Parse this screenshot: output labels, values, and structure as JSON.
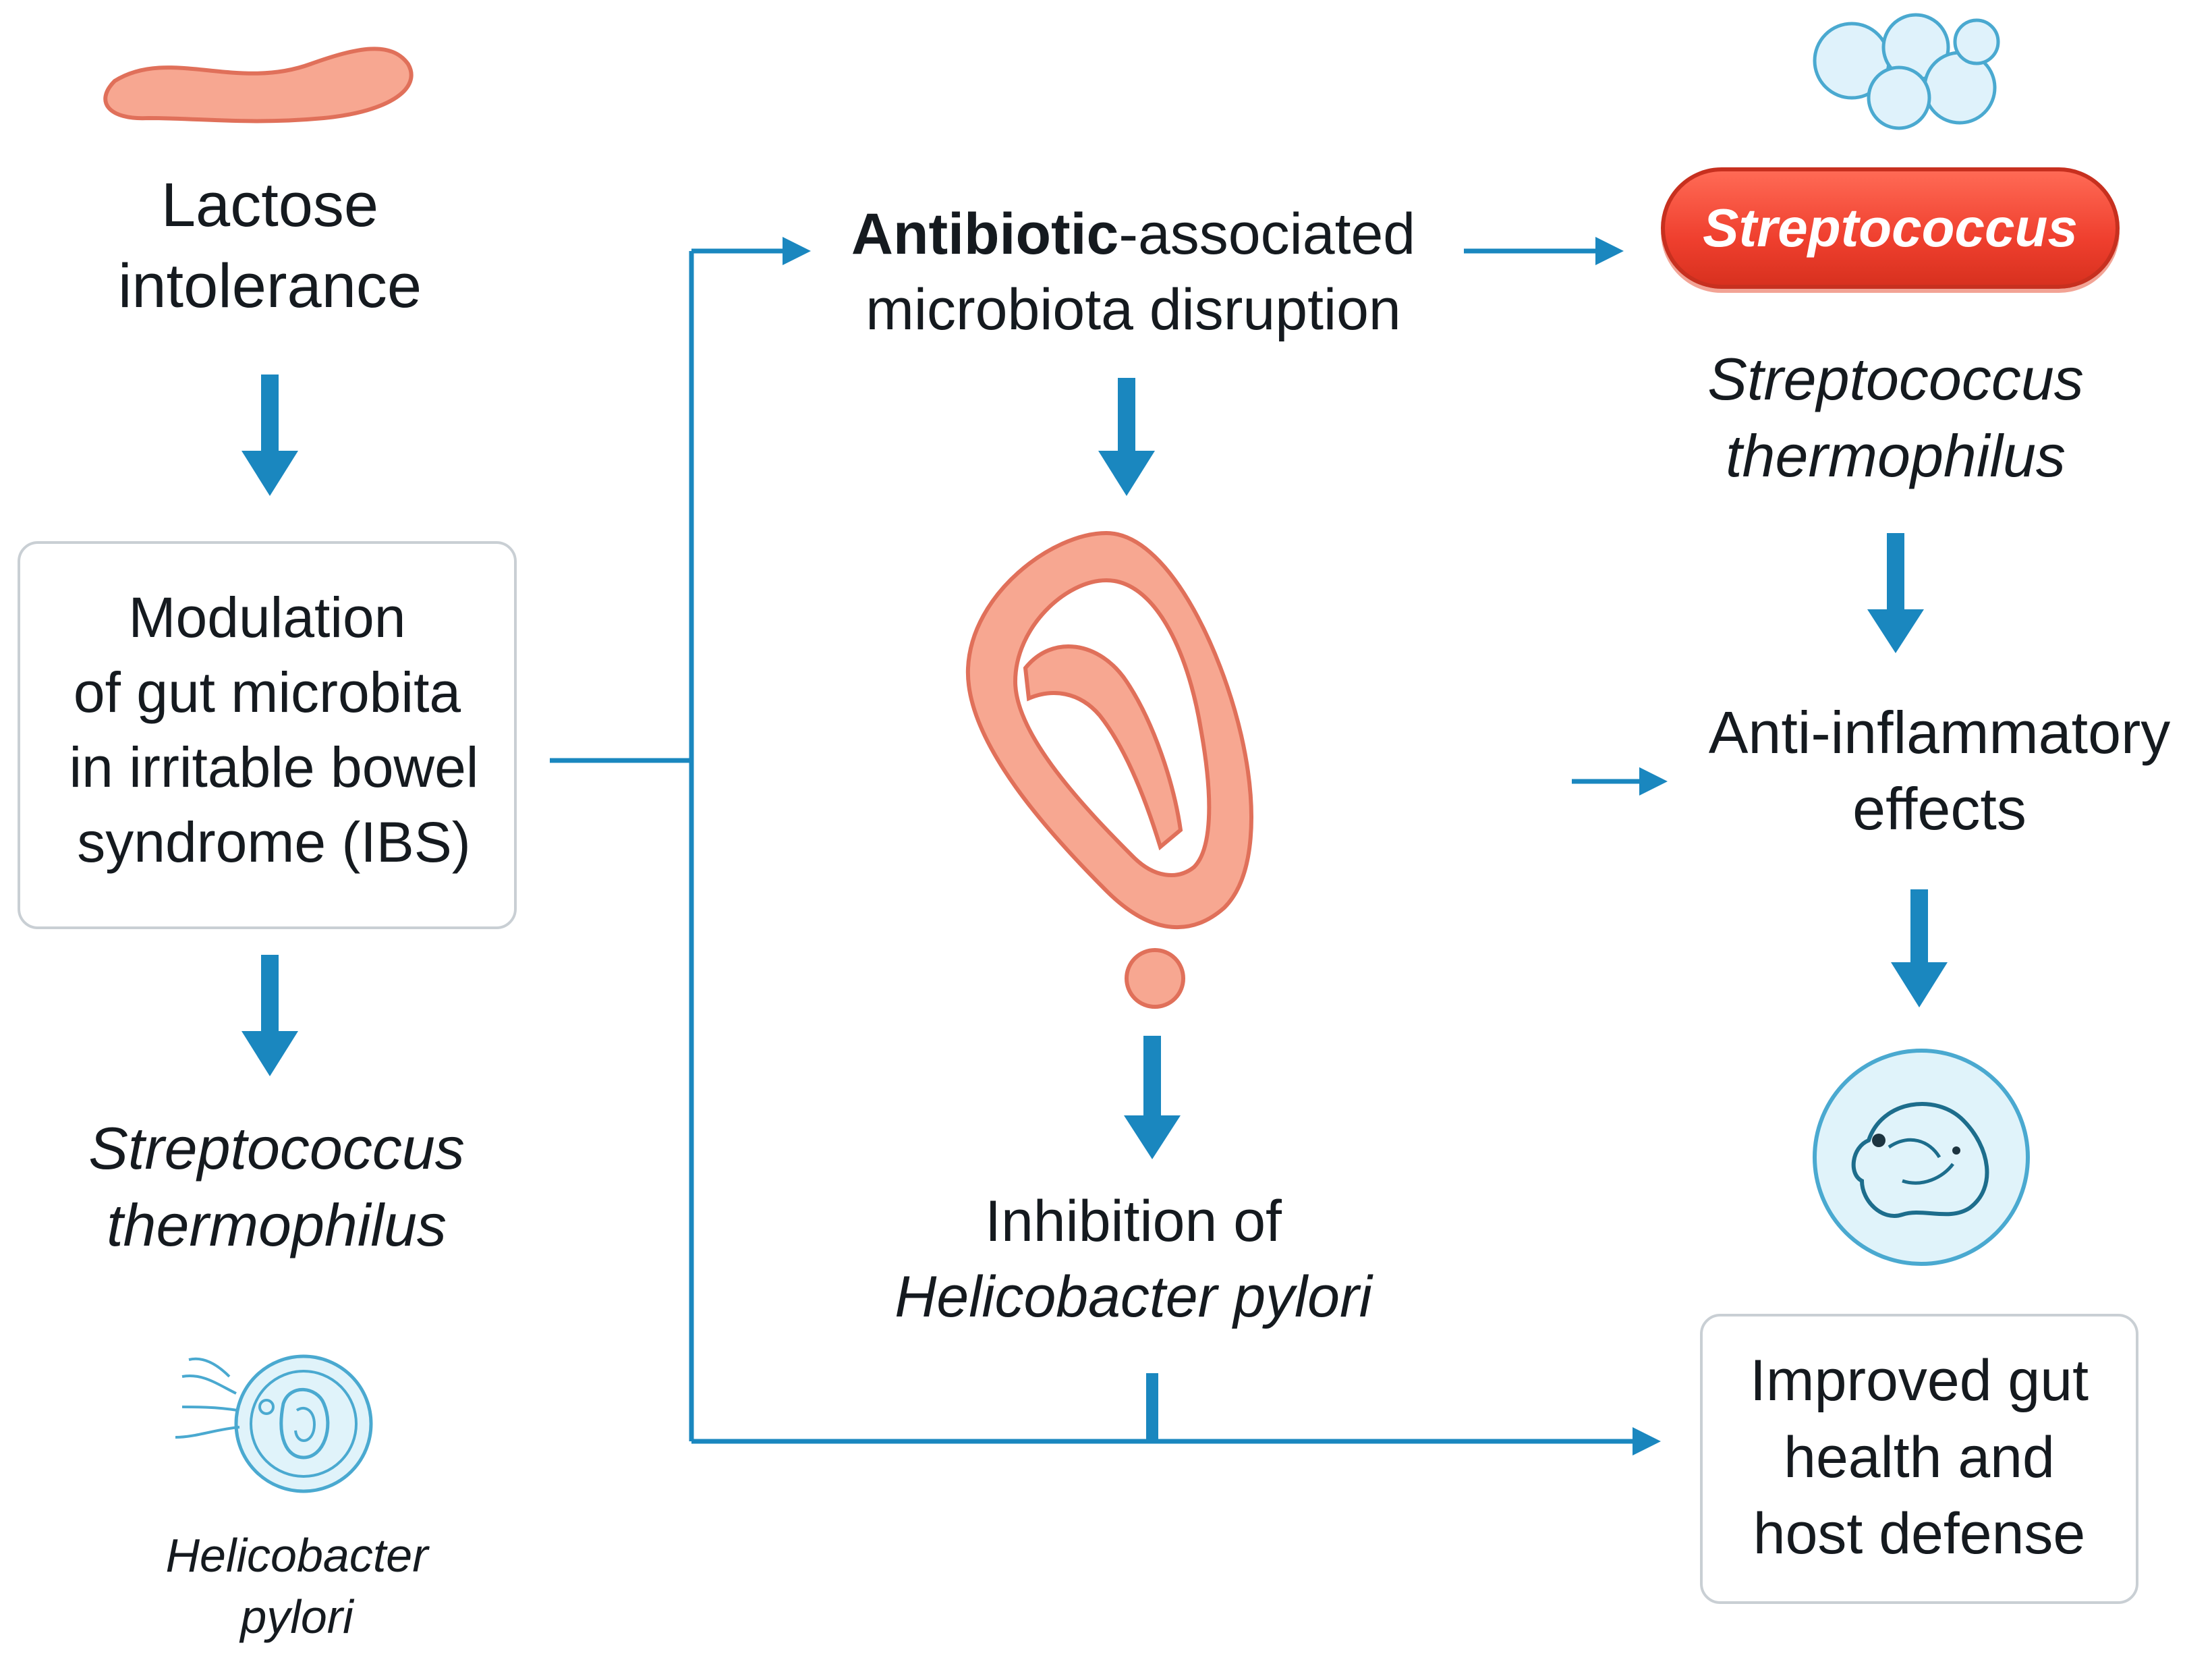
{
  "colors": {
    "arrow": "#1a87bf",
    "bacteria_fill": "#f7a791",
    "bacteria_stroke": "#e0705a",
    "pill_red": "#ef3f2e",
    "cell_fill": "#e0f3fa",
    "cell_stroke": "#4aa9d0",
    "box_border": "#c9cfd4"
  },
  "left": {
    "lactose_line1": "Lactose",
    "lactose_line2": "intolerance",
    "modulation_line1": "Modulation",
    "modulation_line2": "of gut microbita",
    "modulation_line3": "in irritable bowel",
    "modulation_line4": "syndrome (IBS)",
    "strep_line1": "Streptococcus",
    "strep_line2": "thermophilus",
    "helico_line1": "Helicobacter",
    "helico_line2": "pylori",
    "icons": [
      "rod-bacterium-icon",
      "helicobacter-cell-icon"
    ]
  },
  "middle": {
    "antibiotic_bold": "Antibiotic",
    "antibiotic_rest": "-associated",
    "antibiotic_line2": "microbiota disruption",
    "inhibition_line1": "Inhibition of",
    "inhibition_line2": "Helicobacter pylori",
    "icons": [
      "looped-bacterium-icon"
    ]
  },
  "right": {
    "pill_label": "Streptococcus",
    "strep_line1": "Streptococcus",
    "strep_line2": "thermophilus",
    "anti_line1": "Anti-inflammatory",
    "anti_line2": "effects",
    "improved_line1": "Improved gut",
    "improved_line2": "health and",
    "improved_line3": "host defense",
    "icons": [
      "cocci-cluster-icon",
      "immune-cell-icon"
    ]
  }
}
